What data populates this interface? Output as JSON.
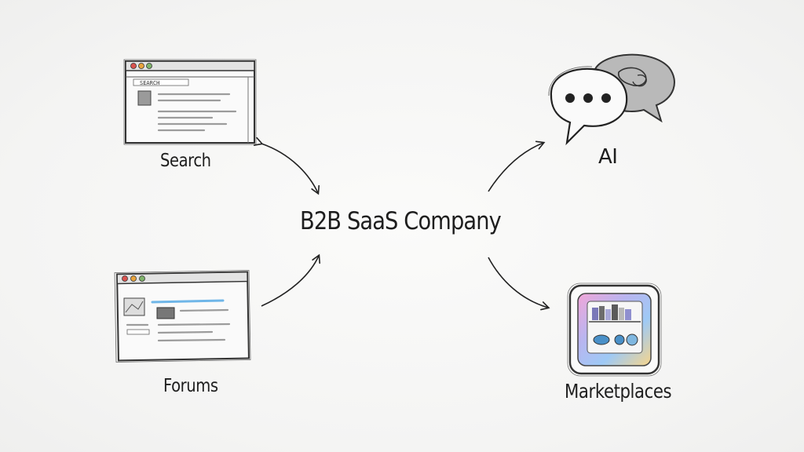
{
  "diagram": {
    "center": {
      "label": "B2B SaaS Company"
    },
    "nodes": [
      {
        "id": "search",
        "label": "Search",
        "icon": "browser-window-icon",
        "search_box_text": "SEARCH"
      },
      {
        "id": "forums",
        "label": "Forums",
        "icon": "browser-window-icon"
      },
      {
        "id": "ai",
        "label": "AI",
        "icon": "chat-bubbles-icon"
      },
      {
        "id": "marketplaces",
        "label": "Marketplaces",
        "icon": "app-store-icon"
      }
    ],
    "edges": [
      {
        "from": "center",
        "to": "search",
        "direction": "bidirectional"
      },
      {
        "from": "forums",
        "to": "center",
        "direction": "to-center"
      },
      {
        "from": "center",
        "to": "ai",
        "direction": "to-node"
      },
      {
        "from": "center",
        "to": "marketplaces",
        "direction": "to-node"
      }
    ],
    "colors": {
      "ink": "#222222",
      "pencil": "#555555",
      "window_red": "#d9534f",
      "window_orange": "#e8a33c",
      "window_green": "#7fb36b",
      "highlight_blue": "#6fb6e8",
      "marketplace_gradient": [
        "#f2a6d8",
        "#9ec9f5",
        "#c9e7a3",
        "#f7d58a"
      ]
    }
  }
}
